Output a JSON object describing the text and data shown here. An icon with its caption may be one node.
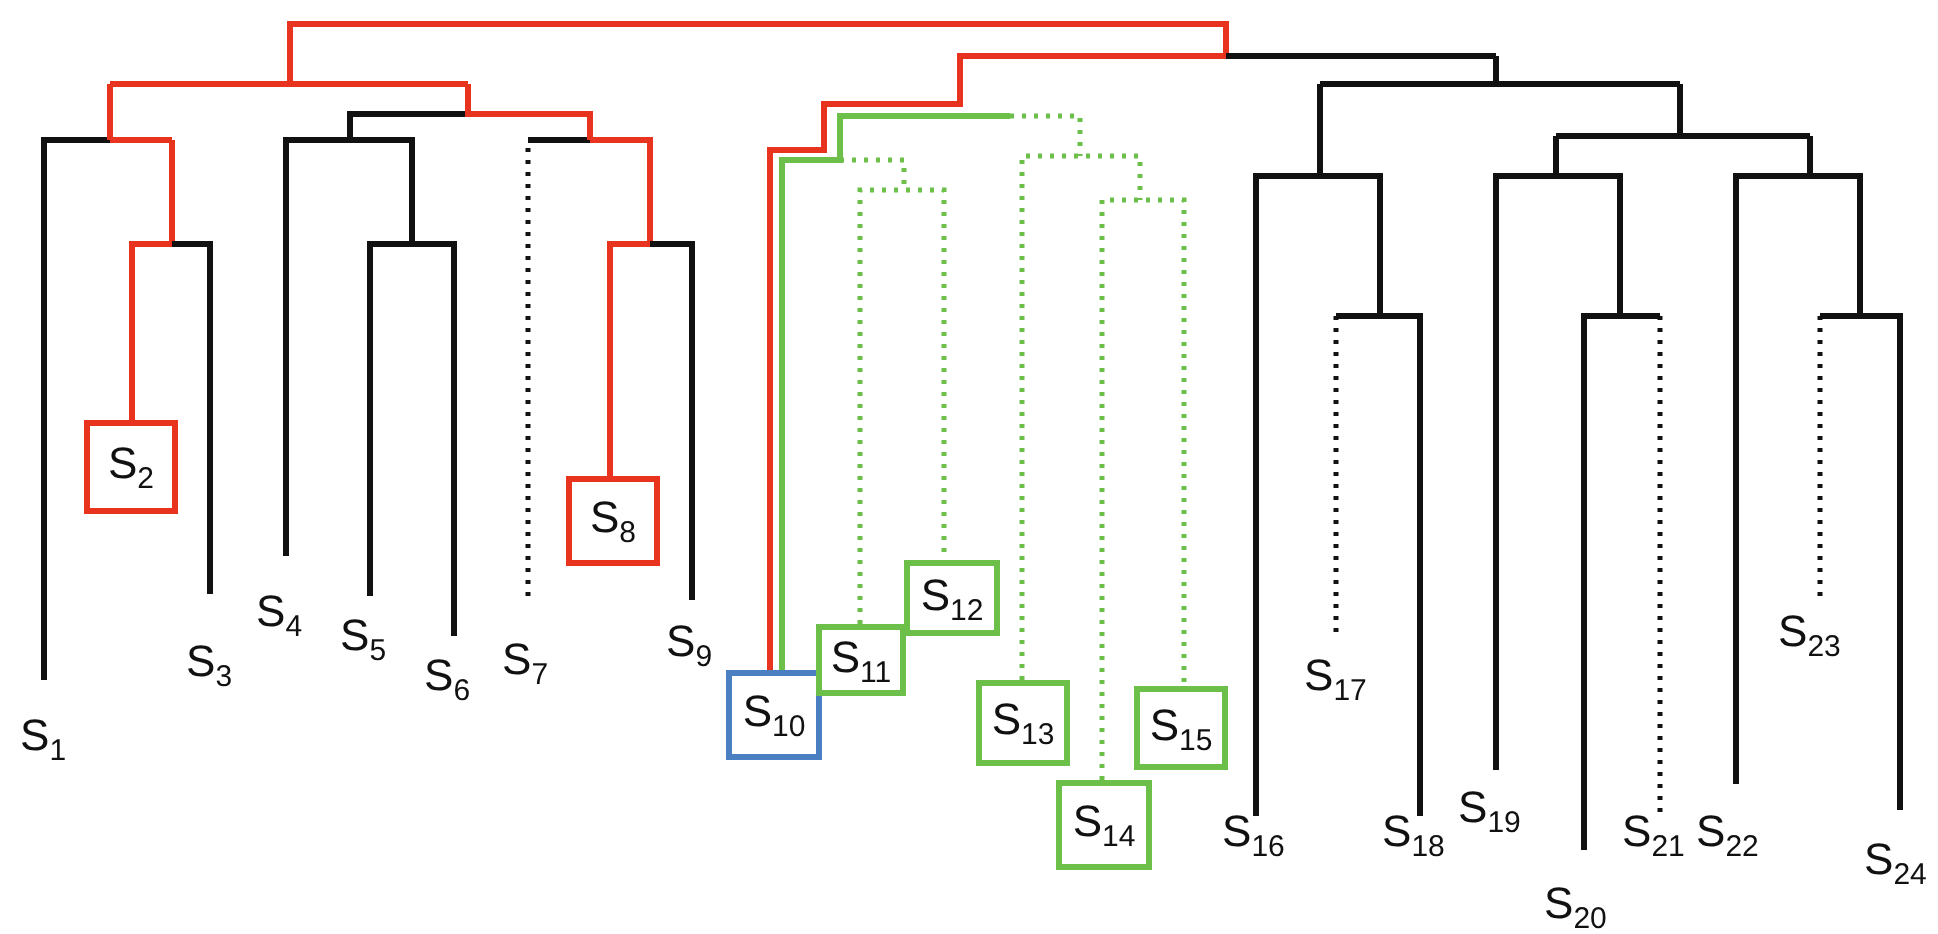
{
  "diagram": {
    "nodes": [
      {
        "text": [
          "S$_{2}$"
        ]
      },
      {
        "text": [
          "S$_{8}$"
        ]
      },
      {
        "text": [
          "S$_{10}$"
        ]
      },
      {
        "text": [
          "S$_{11}$"
        ]
      },
      {
        "text": [
          "S$_{12}$"
        ]
      },
      {
        "text": [
          "S$_{13}$"
        ]
      },
      {
        "text": [
          "S$_{14}$"
        ]
      },
      {
        "text": [
          "S$_{15}$"
        ]
      }
    ],
    "labels": [
      "S$_{1}$",
      "S$_{3}$",
      "S$_{4}$",
      "S$_{5}$",
      "S$_{6}$",
      "S$_{7}$",
      "S$_{9}$",
      "S$_{16}$",
      "S$_{17}$",
      "S$_{18}$",
      "S$_{19}$",
      "S$_{20}$",
      "S$_{21}$",
      "S$_{22}$",
      "S$_{23}$",
      "S$_{24}$"
    ]
  }
}
